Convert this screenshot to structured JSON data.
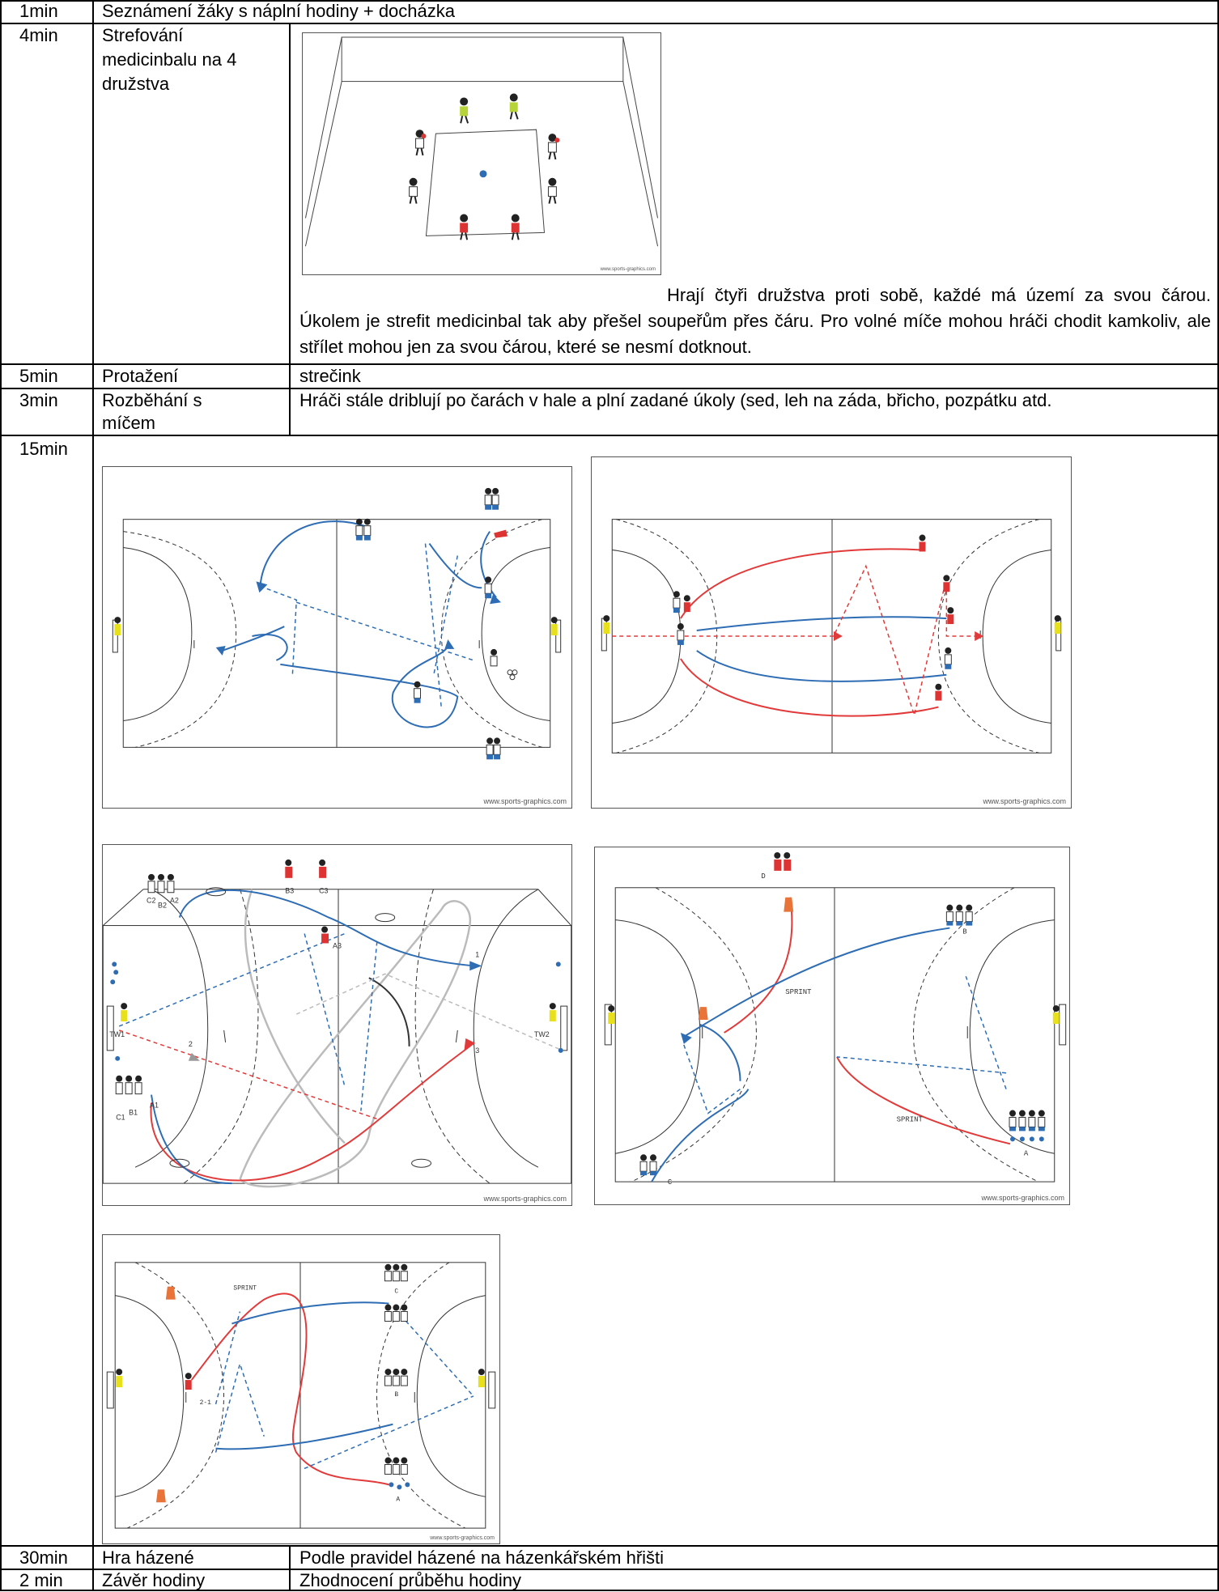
{
  "rows": [
    {
      "time": "1min",
      "text": "Seznámení žáky s náplní hodiny + docházka"
    },
    {
      "time": "4min",
      "activity": "Strefování medicinbalu na 4 družstva",
      "activity_lines": [
        "Strefování",
        "medicinbalu na 4",
        "družstva"
      ],
      "desc": "Hrají čtyři družstva proti sobě, každé má území za svou čárou. Úkolem je strefit medicinbal tak aby přešel soupeřům přes čáru. Pro volné míče mohou hráči chodit kamkoliv, ale střílet mohou jen za svou čárou, které se nesmí dotknout."
    },
    {
      "time": "5min",
      "activity": "Protažení",
      "desc": "strečink"
    },
    {
      "time": "3min",
      "activity_lines": [
        "Rozběhání s",
        "míčem"
      ],
      "desc": "Hráči stále driblují po čarách v hale a plní zadané úkoly (sed, leh na záda, břicho, pozpátku atd."
    },
    {
      "time": "15min"
    },
    {
      "time": "30min",
      "activity": "Hra házené",
      "desc": "Podle pravidel házené na házenkářském hřišti"
    },
    {
      "time": "2 min",
      "activity": "Závěr hodiny",
      "desc": "Zhodnocení průběhu hodiny"
    }
  ],
  "figures": {
    "credit": "www.sports-graphics.com",
    "fig3_labels": {
      "b3": "B3",
      "c3": "C3",
      "a3": "A3",
      "c2": "C2",
      "b2": "B2",
      "a2": "A2",
      "tw1": "TW1",
      "tw2": "TW2",
      "a1": "A1",
      "b1": "B1",
      "c1": "C1",
      "n1": "1",
      "n2": "2",
      "n3": "3"
    },
    "fig4_labels": {
      "d": "D",
      "b": "B",
      "c": "C",
      "a": "A",
      "sprint": "SPRINT"
    },
    "fig5_labels": {
      "sprint": "SPRINT",
      "c": "C",
      "b": "B",
      "a": "A",
      "twoone": "2-1"
    }
  },
  "colors": {
    "blue": "#2e6db4",
    "red": "#e23a3a",
    "grey": "#b8b8b8",
    "line": "#000000"
  }
}
